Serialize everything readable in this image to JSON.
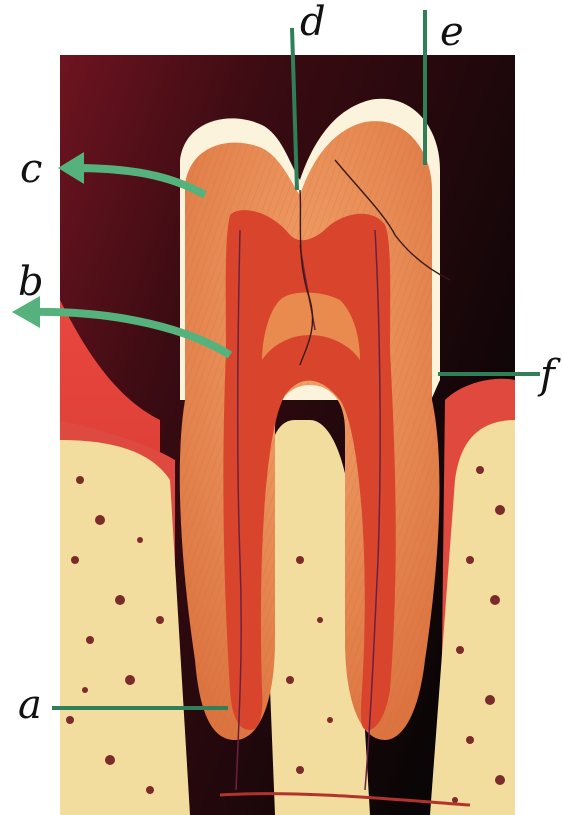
{
  "labels": {
    "a": "a",
    "b": "b",
    "c": "c",
    "d": "d",
    "e": "e",
    "f": "f"
  },
  "colors": {
    "background_dark": "#1a0a0c",
    "gum": "#e0453c",
    "bone": "#f3e0a2",
    "enamel": "#fbf3dc",
    "dentin": "#e98a4f",
    "pulp": "#d9452b",
    "leader_line": "#2f7f58",
    "arrow": "#56b27c"
  },
  "icons": {
    "arrow_c": "curved-arrow-left-icon",
    "arrow_b": "curved-arrow-left-icon"
  }
}
